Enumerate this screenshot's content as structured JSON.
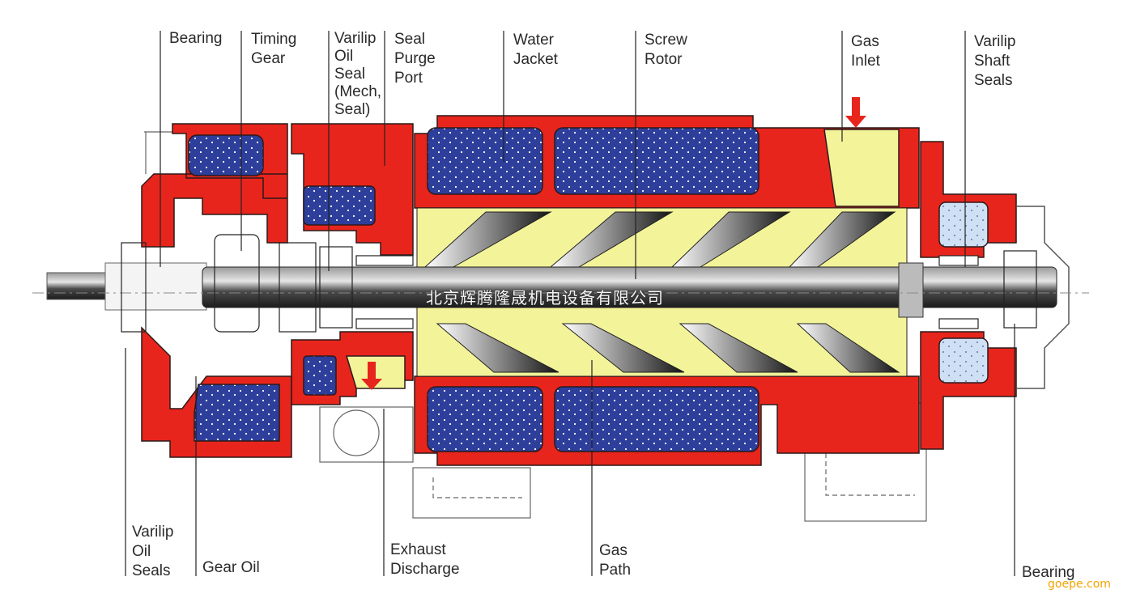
{
  "labels": {
    "bearing_left": [
      "Bearing"
    ],
    "timing_gear": [
      "Timing",
      "Gear"
    ],
    "varilip_oil_seal_mech": [
      "Varilip",
      "Oil",
      "Seal",
      "(Mech,",
      "Seal)"
    ],
    "seal_purge_port": [
      "Seal",
      "Purge",
      "Port"
    ],
    "water_jacket": [
      "Water",
      "Jacket"
    ],
    "screw_rotor": [
      "Screw",
      "Rotor"
    ],
    "gas_inlet": [
      "Gas",
      "Inlet"
    ],
    "varilip_shaft_seals": [
      "Varilip",
      "Shaft",
      "Seals"
    ],
    "varilip_oil_seals": [
      "Varilip",
      "Oil",
      "Seals"
    ],
    "gear_oil": [
      "Gear Oil"
    ],
    "exhaust_discharge": [
      "Exhaust",
      "Discharge"
    ],
    "gas_path": [
      "Gas",
      "Path"
    ],
    "bearing_right": [
      "Bearing"
    ]
  },
  "watermark": "北京辉腾隆晟机电设备有限公司",
  "site": "goepe.com",
  "colors": {
    "housing": "#e8251c",
    "housing_outline": "#2b1a1a",
    "water_jacket": "#2d3e9b",
    "gas_path": "#f3f39a",
    "shaft": "#3a3a3a",
    "gear_oil_seal_light": "#cfe0f5"
  }
}
